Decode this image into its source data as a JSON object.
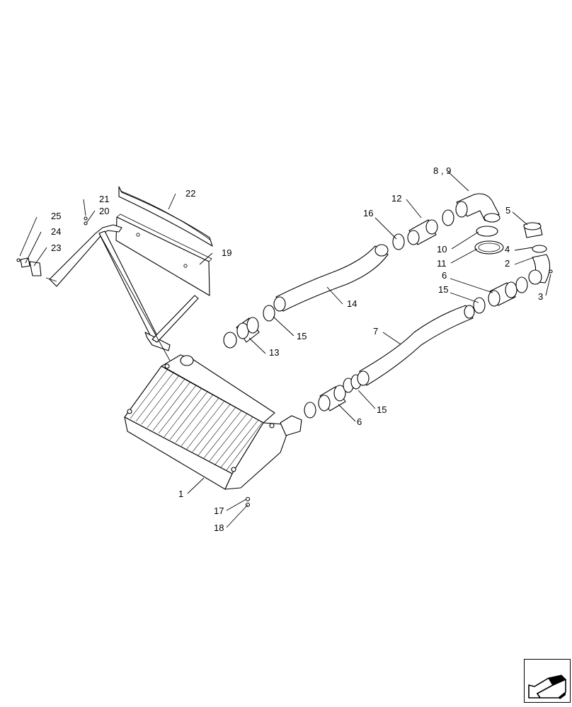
{
  "callouts": {
    "c1": "1",
    "c2": "2",
    "c3": "3",
    "c4": "4",
    "c5": "5",
    "c6a": "6",
    "c6b": "6",
    "c7": "7",
    "c89": "8 , 9",
    "c10": "10",
    "c11": "11",
    "c12": "12",
    "c13": "13",
    "c14": "14",
    "c15a": "15",
    "c15b": "15",
    "c15c": "15",
    "c16": "16",
    "c17": "17",
    "c18": "18",
    "c19": "19",
    "c20": "20",
    "c21": "21",
    "c22": "22",
    "c23": "23",
    "c24": "24",
    "c25": "25"
  },
  "navigation": {
    "icon": "return-arrow-icon"
  }
}
